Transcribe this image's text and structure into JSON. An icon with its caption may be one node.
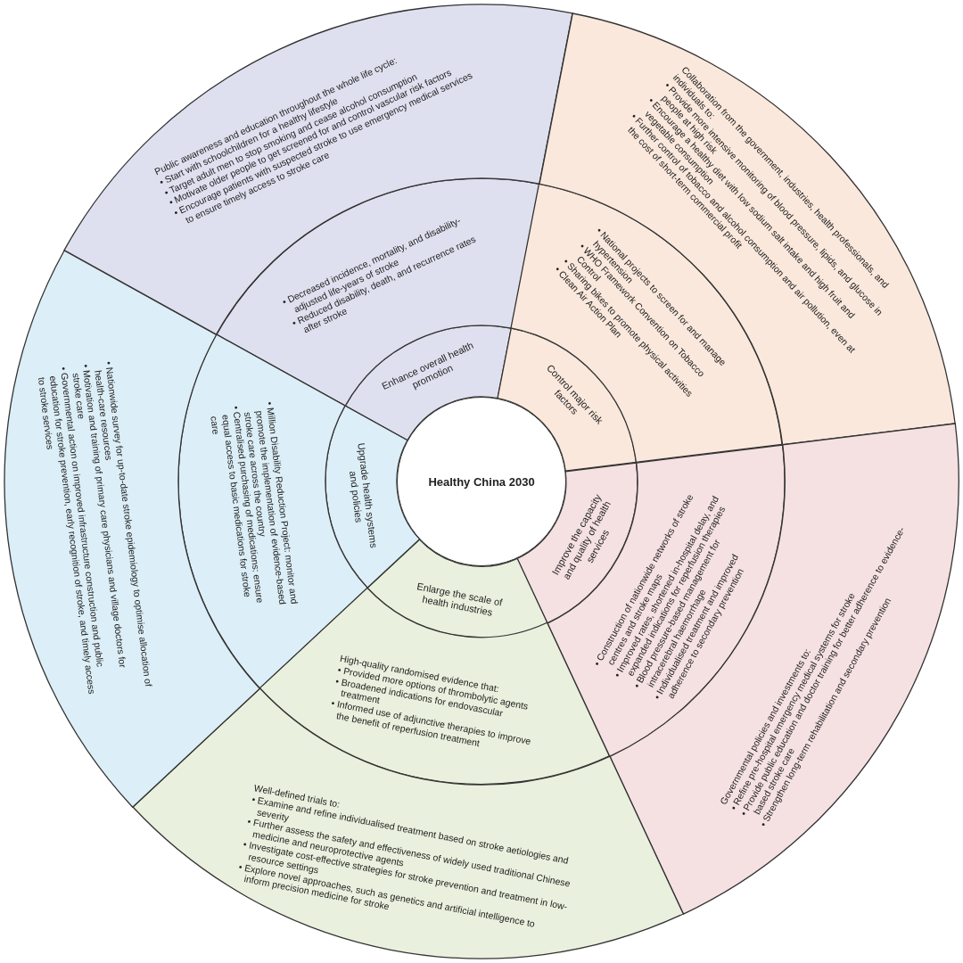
{
  "diagram": {
    "nodes": [
      {
        "text": [
          "Healthy China 2030"
        ]
      },
      {
        "text": [
          "Enhance overall health promotion"
        ]
      },
      {
        "text": [
          "Control major risk factors"
        ]
      },
      {
        "text": [
          "Improve the capacity and quality of health services"
        ]
      },
      {
        "text": [
          "Enlarge the scale of health industries"
        ]
      },
      {
        "text": [
          "Upgrade health systems and policies"
        ]
      },
      {
        "text": [
          "• Decreased incidence, mortality, and disability-adjusted life-years of stroke",
          "• Reduced disability, death, and recurrence rates after stroke"
        ]
      },
      {
        "text": [
          "• National projects to screen for and manage hypertension",
          "• WHO Framework Convention on Tobacco Control",
          "• Sharing bikes to promote physical activities",
          "• Clean Air Action Plan"
        ]
      },
      {
        "text": [
          "• Construction of nationwide networks of stroke centres and stroke maps",
          "• Improved rates, shortened in-hospital delay, and expanded indications for reperfusion therapies",
          "• Blood pressure-based management for intracerebral haemorrhage",
          "• Individualised treatment and improved adherence to secondary prevention"
        ]
      },
      {
        "text": [
          "High-quality randomised evidence that:",
          "• Provided more options of thrombolytic agents",
          "• Broadened indications for endovascular treatment",
          "• Informed use of adjunctive therapies to improve the benefit of reperfusion treatment"
        ]
      },
      {
        "text": [
          "• Million Disability Reduction Project: monitor and promote the implementation of evidence-based stroke care across the country",
          "• Centralised purchasing of medications: ensure equal access to basic medications for stroke care"
        ]
      },
      {
        "text": [
          "Public awareness and education throughout the whole life cycle:",
          "• Start with schoolchildren for a healthy lifestyle",
          "• Target adult men to stop smoking and cease alcohol consumption",
          "• Motivate older people to get screened for and control vascular risk factors",
          "• Encourage patients with suspected stroke to use emergency medical services to ensure timely access to stroke care"
        ]
      },
      {
        "text": [
          "Collaboration from the government, industries, health professionals, and individuals to:",
          "• Provide more intensive monitoring of blood pressure, lipids, and glucose in people at high risk",
          "• Encourage a healthy diet with low sodium salt intake and high fruit and vegetable consumption",
          "• Further control of tobacco and alcohol consumption and air pollution, even at the cost of short-term commercial profit"
        ]
      },
      {
        "text": [
          "Governmental policies and investments to:",
          "• Refine pre-hospital emergency medical systems for stroke",
          "• Provide public education and doctor training for better adherence to evidence-based stroke care",
          "• Strengthen long-term rehabilitation and secondary prevention"
        ]
      },
      {
        "text": [
          "Well-defined trials to:",
          "• Examine and refine individualised treatment based on stroke aetiologies and severity",
          "• Further assess the safety and effectiveness of widely used traditional Chinese medicine and neuroprotective agents",
          "• Investigate cost-effective strategies for stroke prevention and treatment in low-resource settings",
          "• Explore novel approaches, such as genetics and artificial intelligence to inform precision medicine for stroke"
        ]
      },
      {
        "text": [
          "• Nationwide survey for up-to-date stroke epidemiology to optimise allocation of health-care resources",
          "• Motivation and training of primary care physicians and village doctors for stroke care",
          "• Governmental action on improved infrastructure construction and public education for stroke prevention, early recognition of stroke, and timely access to stroke services"
        ]
      }
    ]
  }
}
